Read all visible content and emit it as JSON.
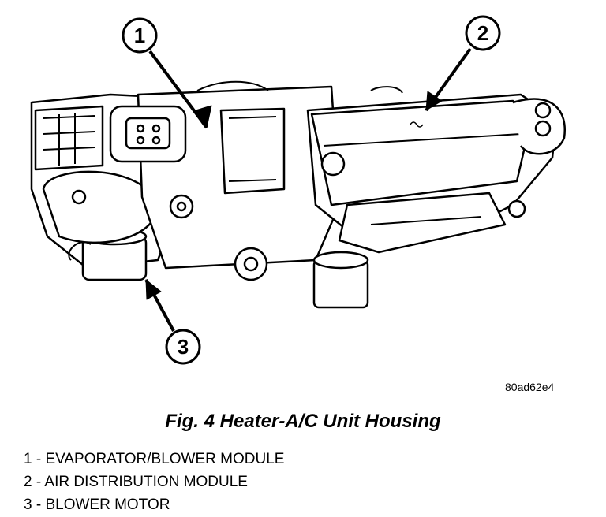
{
  "figure": {
    "callouts": [
      "1",
      "2",
      "3"
    ],
    "code": "80ad62e4"
  },
  "caption": "Fig. 4 Heater-A/C Unit Housing",
  "legend": [
    "1 - EVAPORATOR/BLOWER MODULE",
    "2 - AIR DISTRIBUTION MODULE",
    "3 - BLOWER MOTOR"
  ]
}
